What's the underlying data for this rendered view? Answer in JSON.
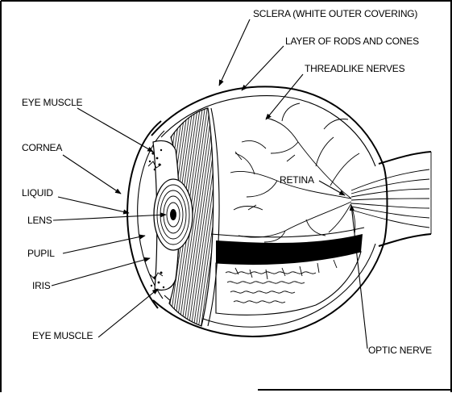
{
  "labels": {
    "sclera": "SCLERA (WHITE OUTER COVERING)",
    "rods_cones": "LAYER OF RODS AND CONES",
    "threadlike_nerves": "THREADLIKE NERVES",
    "eye_muscle_top": "EYE MUSCLE",
    "cornea": "CORNEA",
    "liquid": "LIQUID",
    "lens": "LENS",
    "pupil": "PUPIL",
    "iris": "IRIS",
    "eye_muscle_bottom": "EYE MUSCLE",
    "retina": "RETINA",
    "optic_nerve": "OPTIC NERVE"
  },
  "colors": {
    "ink": "#000000",
    "paper": "#ffffff"
  }
}
